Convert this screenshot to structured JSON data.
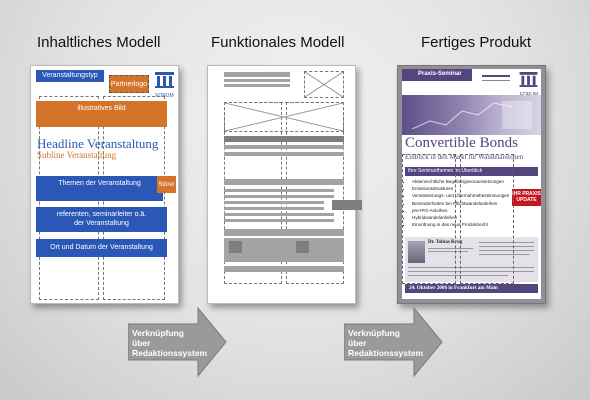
{
  "titles": {
    "col1": "Inhaltliches Modell",
    "col2": "Funktionales Modell",
    "col3": "Fertiges Produkt"
  },
  "model": {
    "event_type": "Veranstaltungstyp",
    "partner_logo": "Partnerlogo",
    "forum_logo_text": "FORUM",
    "illustrative_image": "illustratives Bild",
    "headline": "Headline Veranstaltung",
    "subline": "Subline Veranstaltung",
    "topics": "Themen der Veranstaltung",
    "stoerer": "Störer",
    "speakers": "referenten, seminarleiter o.ä. der Veranstaltung",
    "location_date": "Ort und Datum der Veranstaltung"
  },
  "product": {
    "tag": "Praxis-Seminar",
    "forum_logo_text": "FORUM",
    "title": "Convertible Bonds",
    "subtitle": "Einblick in den Markt für Wandelanleihen",
    "topics_heading": "Ihre Seminarthemen im Überblick",
    "bullets": [
      "Aktienrechtliche Begebungsvoraussetzungen",
      "Emissionsstrukturen",
      "Verwässerungs- und Übernahmebestimmungen",
      "Besonderheiten bei Pflichtwandelanleihen",
      "pre-IPO-Anleihen",
      "Hybridwandelanleihen",
      "Einordnung in das neue Produktrecht"
    ],
    "badge": "IHR PRAXIS UPDATE",
    "speaker_name": "Dr. Tobias Krug",
    "footer": "24. Oktober 2006 in Frankfurt am Main"
  },
  "arrows": [
    {
      "label": "Verknüpfung über Redaktionssystem"
    },
    {
      "label": "Verknüpfung über Redaktionssystem"
    }
  ],
  "colors": {
    "model_blue": "#2b58b6",
    "model_orange": "#d4742a",
    "product_purple": "#54457f",
    "badge_red": "#c4161c"
  }
}
